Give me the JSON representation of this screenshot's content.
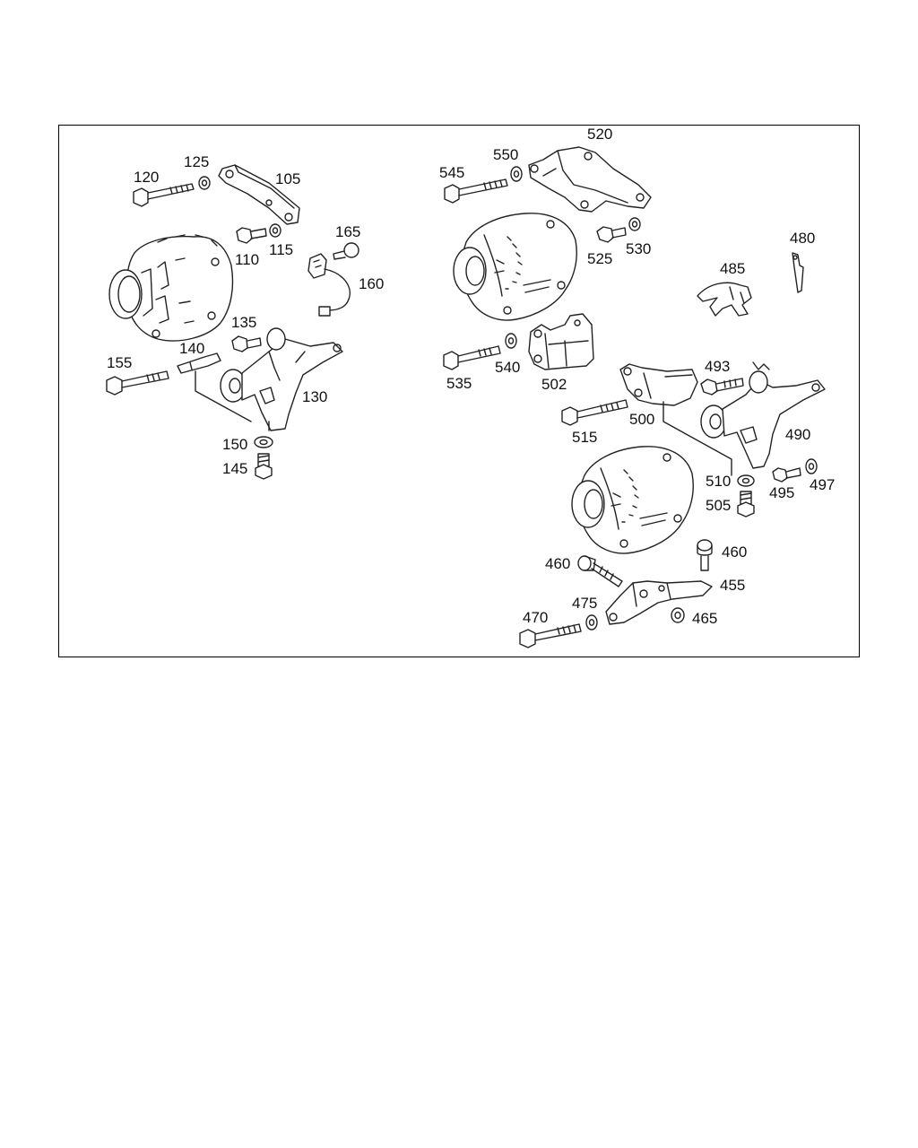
{
  "colors": {
    "line": "#222222",
    "background": "#ffffff"
  },
  "callouts": {
    "c120": "120",
    "c125": "125",
    "c105": "105",
    "c110": "110",
    "c115": "115",
    "c165": "165",
    "c160": "160",
    "c135": "135",
    "c140": "140",
    "c155": "155",
    "c130": "130",
    "c150": "150",
    "c145": "145",
    "c545": "545",
    "c550": "550",
    "c520": "520",
    "c525": "525",
    "c530": "530",
    "c480": "480",
    "c485": "485",
    "c535": "535",
    "c540": "540",
    "c502": "502",
    "c493": "493",
    "c500": "500",
    "c515": "515",
    "c490": "490",
    "c510": "510",
    "c495": "495",
    "c497": "497",
    "c505": "505",
    "c460a": "460",
    "c460b": "460",
    "c455": "455",
    "c475": "475",
    "c470": "470",
    "c465": "465"
  }
}
